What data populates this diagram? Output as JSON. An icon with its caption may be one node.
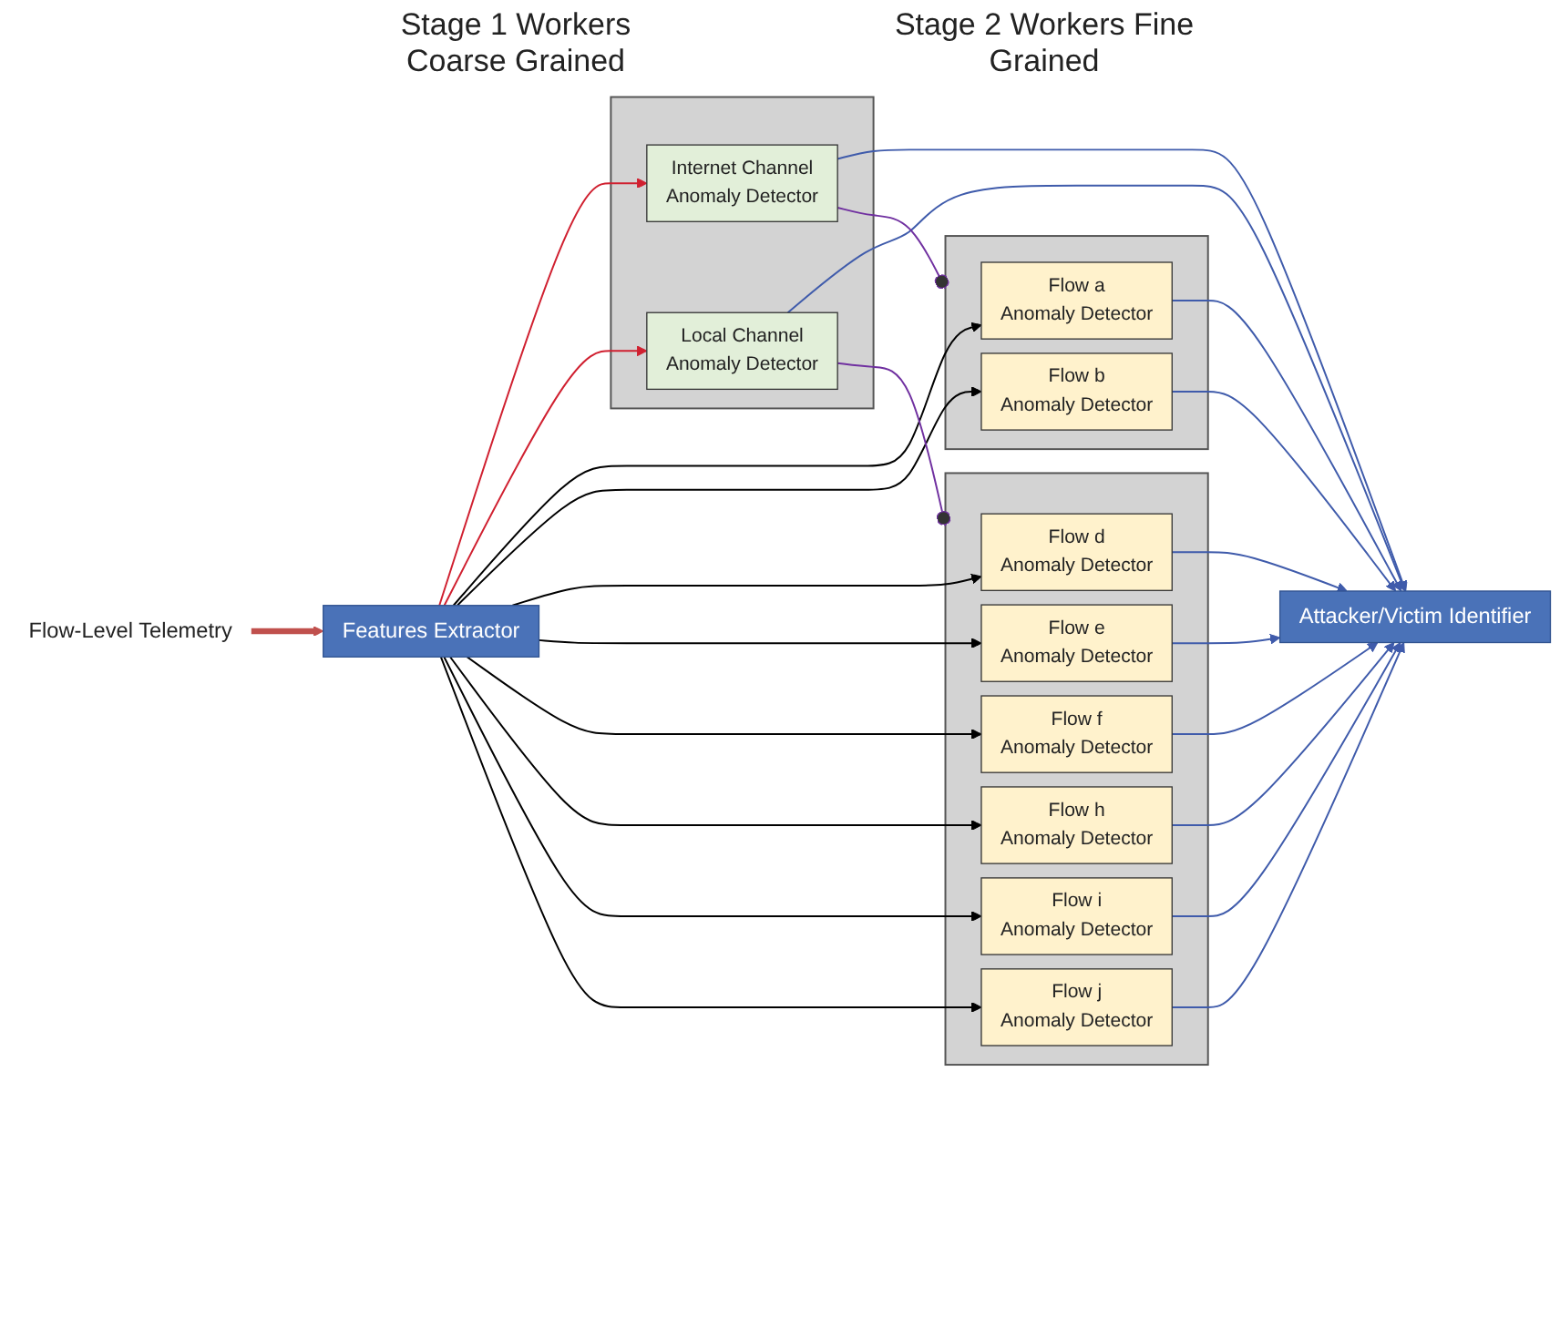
{
  "diagram": {
    "nodes": [
      {
        "text": [
          "Flow-Level Telemetry"
        ]
      },
      {
        "text": [
          "Features Extractor"
        ]
      },
      {
        "text": [],
        "shape": "box"
      },
      {
        "text": [
          "Internet Channel",
          "Anomaly Detector"
        ],
        "in": 2
      },
      {
        "text": [
          "Local Channel",
          "Anomaly Detector"
        ],
        "in": 2
      },
      {
        "text": [],
        "shape": "box"
      },
      {
        "text": [
          "Flow a",
          "Anomaly Detector"
        ],
        "in": 5
      },
      {
        "text": [
          "Flow b",
          "Anomaly Detector"
        ],
        "in": 5
      },
      {
        "text": [],
        "shape": "box"
      },
      {
        "text": [
          "Flow d",
          "Anomaly Detector"
        ],
        "in": 8
      },
      {
        "text": [
          "Flow e",
          "Anomaly Detector"
        ],
        "in": 8
      },
      {
        "text": [
          "Flow f",
          "Anomaly Detector"
        ],
        "in": 8
      },
      {
        "text": [
          "Flow h",
          "Anomaly Detector"
        ],
        "in": 8
      },
      {
        "text": [
          "Flow i",
          "Anomaly Detector"
        ],
        "in": 8
      },
      {
        "text": [
          "Flow j",
          "Anomaly Detector"
        ],
        "in": 8
      },
      {
        "text": [
          "Attacker/Victim Identifier"
        ]
      }
    ],
    "edges": [
      {
        "from": 0,
        "to": 1,
        "arrow": "to",
        "style": "thick",
        "color": "#c0504d"
      },
      {
        "from": 1,
        "to": 3,
        "arrow": "to",
        "color": "#d02030"
      },
      {
        "from": 1,
        "to": 4,
        "arrow": "to",
        "color": "#d02030"
      },
      {
        "from": 1,
        "to": 6,
        "arrow": "to",
        "color": "#000000"
      },
      {
        "from": 1,
        "to": 7,
        "arrow": "to",
        "color": "#000000"
      },
      {
        "from": 1,
        "to": 9,
        "arrow": "to",
        "color": "#000000"
      },
      {
        "from": 1,
        "to": 10,
        "arrow": "to",
        "color": "#000000"
      },
      {
        "from": 1,
        "to": 11,
        "arrow": "to",
        "color": "#000000"
      },
      {
        "from": 1,
        "to": 12,
        "arrow": "to",
        "color": "#000000"
      },
      {
        "from": 1,
        "to": 13,
        "arrow": "to",
        "color": "#000000"
      },
      {
        "from": 1,
        "to": 14,
        "arrow": "to",
        "color": "#000000"
      },
      {
        "from": 3,
        "to": 15,
        "arrow": "to"
      },
      {
        "from": 4,
        "to": 15,
        "arrow": "to"
      },
      {
        "from": 6,
        "to": 15,
        "arrow": "to"
      },
      {
        "from": 7,
        "to": 15,
        "arrow": "to"
      },
      {
        "from": 9,
        "to": 15,
        "arrow": "to"
      },
      {
        "from": 10,
        "to": 15,
        "arrow": "to"
      },
      {
        "from": 11,
        "to": 15,
        "arrow": "to"
      },
      {
        "from": 12,
        "to": 15,
        "arrow": "to"
      },
      {
        "from": 13,
        "to": 15,
        "arrow": "to"
      },
      {
        "from": 14,
        "to": 15,
        "arrow": "to"
      },
      {
        "from": 3,
        "to": 5,
        "arrow": "other",
        "color": "#7030a0"
      },
      {
        "from": 4,
        "to": 8,
        "arrow": "other",
        "color": "#7030a0"
      }
    ],
    "labels": [
      "Stage 1 Workers Coarse Grained",
      "Stage 2 Workers Fine Grained"
    ]
  }
}
